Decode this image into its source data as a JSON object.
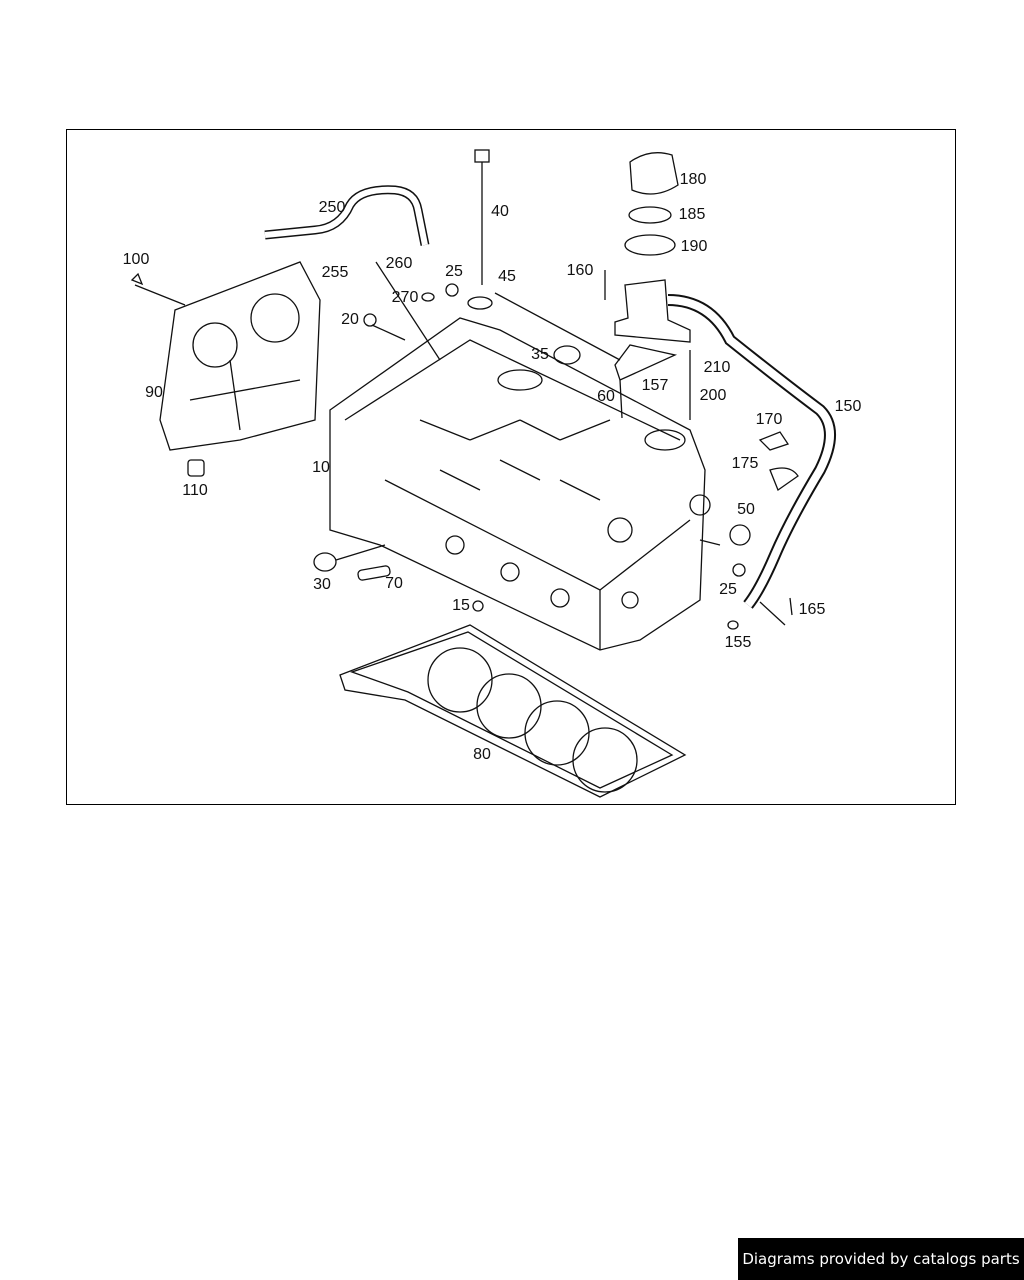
{
  "diagram": {
    "callouts": [
      "250",
      "40",
      "180",
      "185",
      "190",
      "100",
      "255",
      "260",
      "25",
      "45",
      "160",
      "270",
      "20",
      "35",
      "210",
      "157",
      "90",
      "60",
      "200",
      "150",
      "170",
      "10",
      "175",
      "110",
      "50",
      "30",
      "70",
      "25",
      "165",
      "15",
      "155",
      "80"
    ]
  },
  "footer": {
    "text": "Diagrams provided by catalogs parts"
  }
}
